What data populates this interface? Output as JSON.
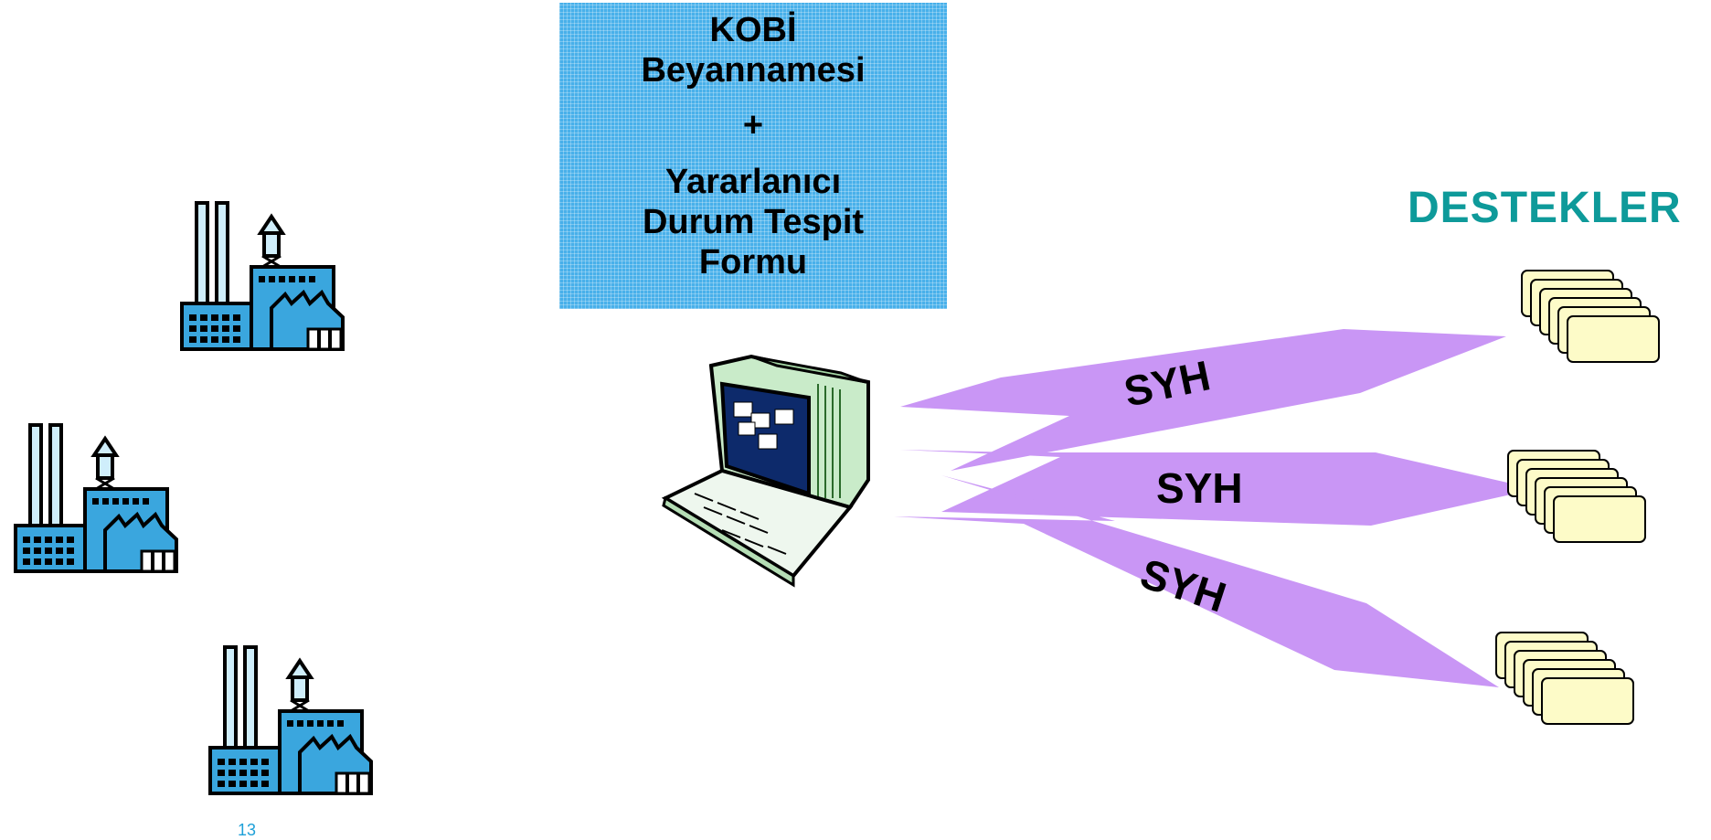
{
  "box": {
    "line1": "KOBİ",
    "line2": "Beyannamesi",
    "plus": "+",
    "line3": "Yararlanıcı",
    "line4": "Durum Tespit",
    "line5": "Formu"
  },
  "destekler": "DESTEKLER",
  "arrows": {
    "label1": "SYH",
    "label2": "SYH",
    "label3": "SYH"
  },
  "page_number": "13",
  "colors": {
    "box_blue": "#48b0ea",
    "arrow_purple": "#c996f5",
    "factory_blue": "#3aa6de",
    "destekler_teal": "#0e9a9a",
    "doc_yellow": "#fdfbc8"
  },
  "icons": [
    "factory-icon",
    "computer-icon",
    "document-stack-icon"
  ]
}
